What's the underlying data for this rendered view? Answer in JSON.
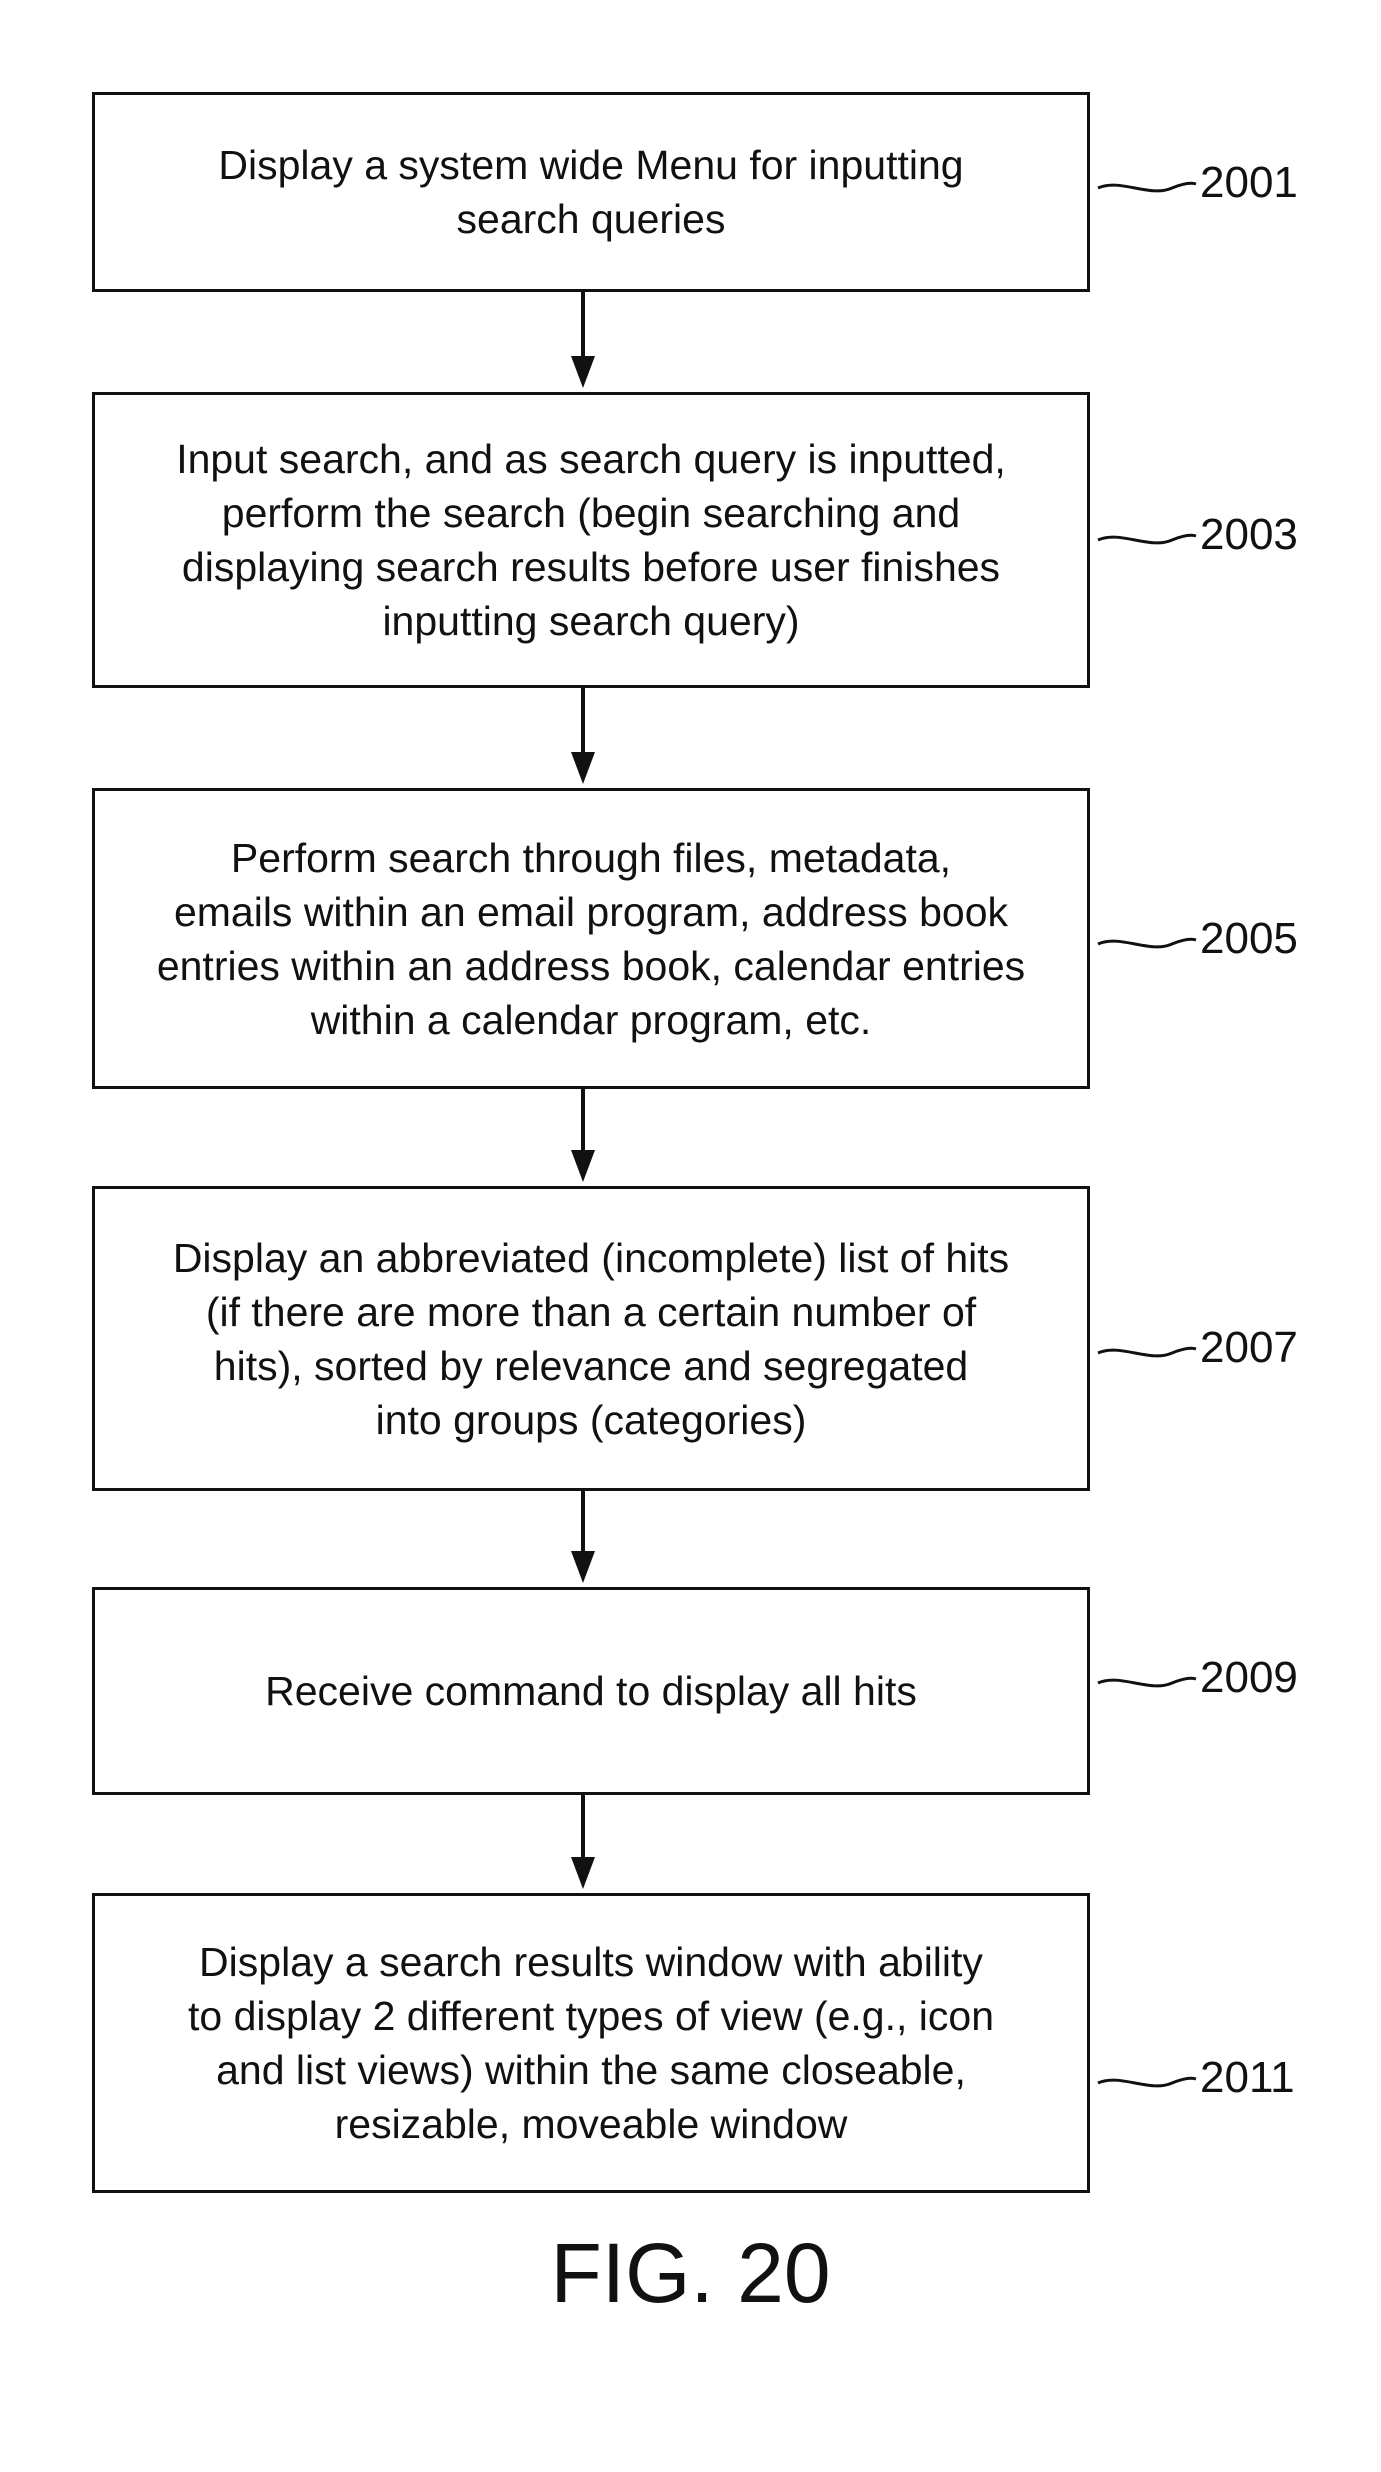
{
  "steps": [
    {
      "id": "2001",
      "text": "Display a system wide Menu for inputting\nsearch queries"
    },
    {
      "id": "2003",
      "text": "Input search, and as search query is inputted,\nperform the search (begin searching and\ndisplaying search results before user finishes\ninputting search query)"
    },
    {
      "id": "2005",
      "text": "Perform search through files, metadata,\nemails within an email program, address book\nentries within an address book, calendar entries\nwithin a calendar program, etc."
    },
    {
      "id": "2007",
      "text": "Display an abbreviated (incomplete) list of hits\n(if there are more than a certain number of\nhits), sorted by relevance and segregated\ninto groups (categories)"
    },
    {
      "id": "2009",
      "text": "Receive command to display all hits"
    },
    {
      "id": "2011",
      "text": "Display a search results window with ability\nto display 2 different types of view (e.g., icon\nand list views) within the same closeable,\nresizable, moveable window"
    }
  ],
  "figure_label": "FIG. 20"
}
